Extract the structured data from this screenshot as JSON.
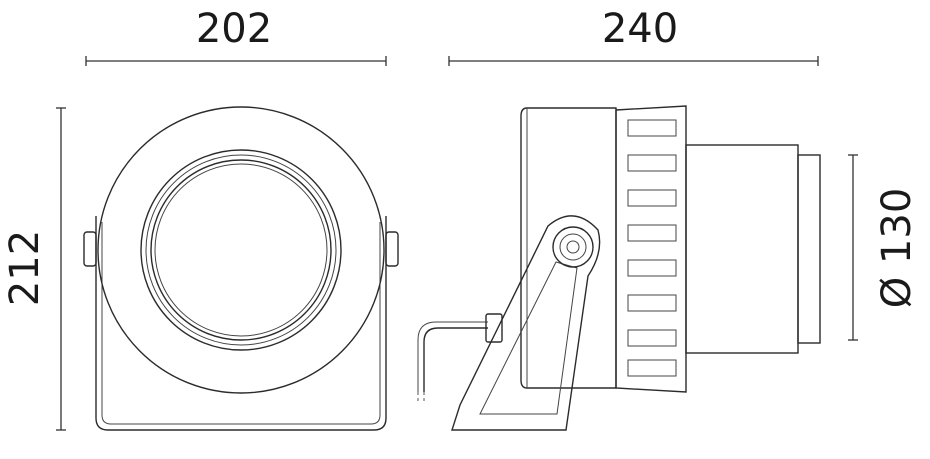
{
  "dimensions": {
    "front_width": "202",
    "side_depth": "240",
    "height": "212",
    "diameter": "Ø 130"
  }
}
